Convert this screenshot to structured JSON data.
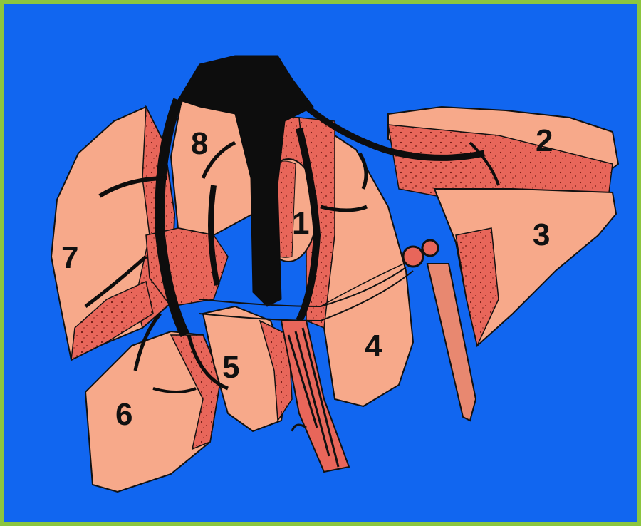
{
  "colors": {
    "background": "#1166f0",
    "frame": "#8cc63f",
    "parenchyma": "#f7a98a",
    "segment_border": "#e8665a",
    "vessel": "#0d0d0d",
    "artery": "#e88870"
  },
  "segments": [
    {
      "id": "segment-1",
      "label": "1"
    },
    {
      "id": "segment-2",
      "label": "2"
    },
    {
      "id": "segment-3",
      "label": "3"
    },
    {
      "id": "segment-4",
      "label": "4"
    },
    {
      "id": "segment-5",
      "label": "5"
    },
    {
      "id": "segment-6",
      "label": "6"
    },
    {
      "id": "segment-7",
      "label": "7"
    },
    {
      "id": "segment-8",
      "label": "8"
    }
  ]
}
